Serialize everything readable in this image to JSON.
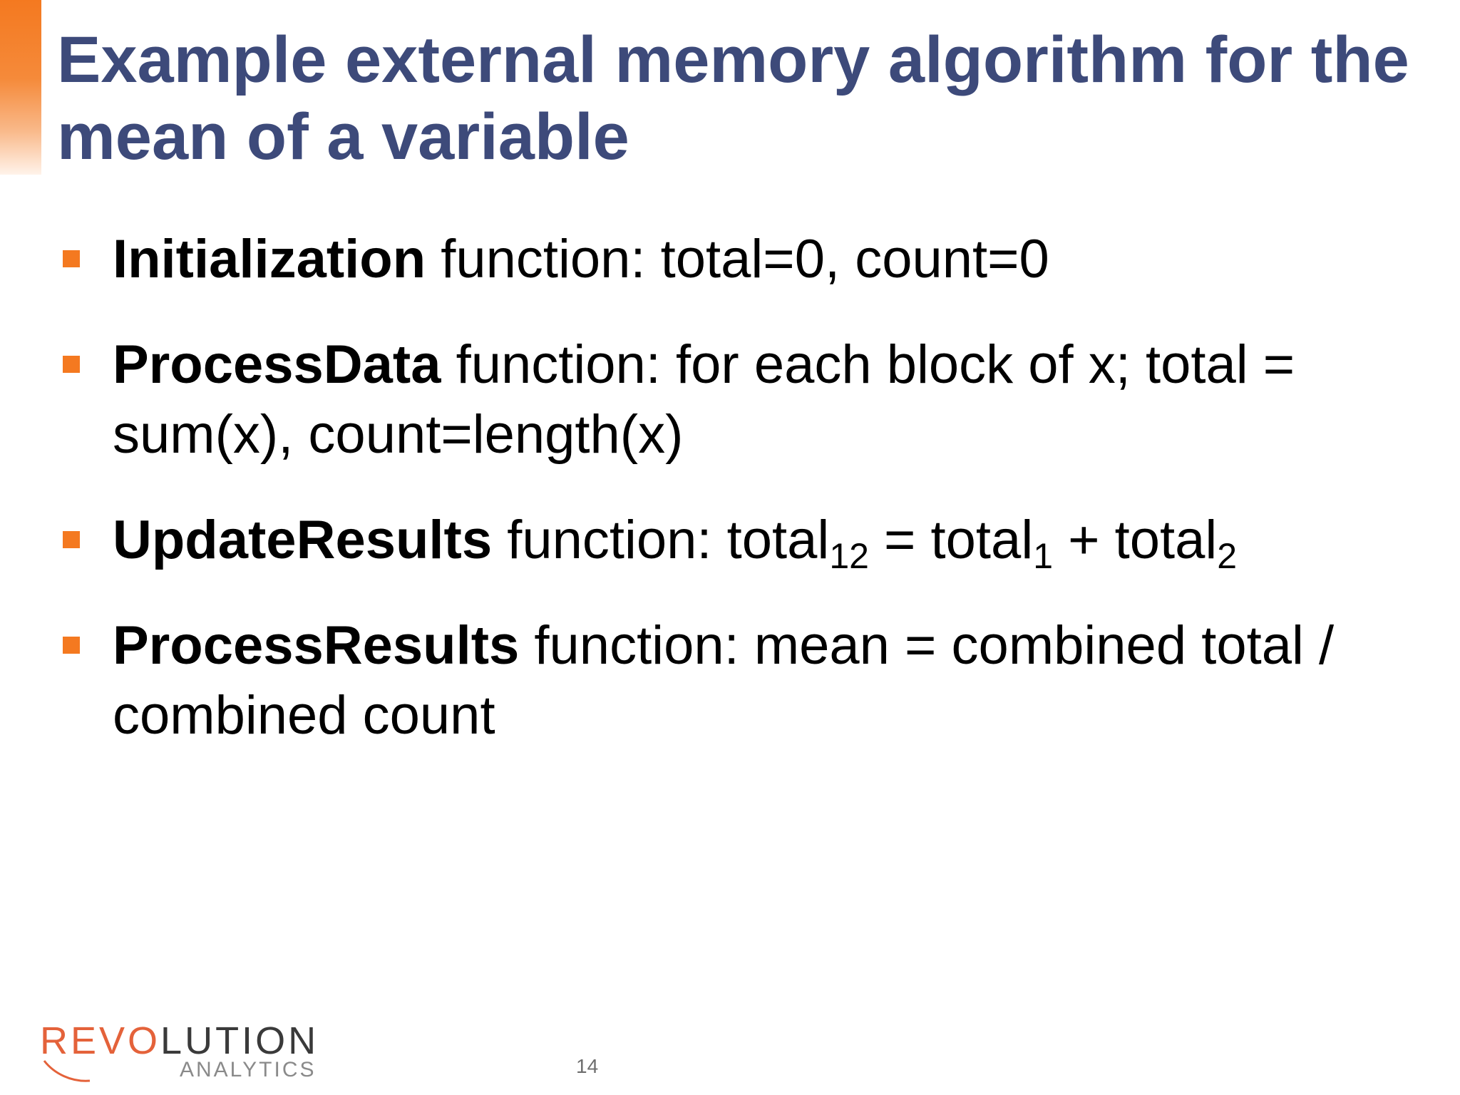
{
  "slide": {
    "title": "Example external memory algorithm for the mean of a variable",
    "bullets": [
      {
        "term": "Initialization",
        "text": " function: total=0, count=0"
      },
      {
        "term": "ProcessData",
        "text": " function: for each block of x; total = sum(x), count=length(x)"
      },
      {
        "term": "UpdateResults",
        "parts": {
          "prefix": " function: total",
          "sub_a": "12",
          "mid_a": " = total",
          "sub_b": "1",
          "mid_b": " + total",
          "sub_c": "2"
        }
      },
      {
        "term": "ProcessResults",
        "text": " function: mean = combined total / combined count"
      }
    ],
    "page_number": "14",
    "accent_color": "#f47920",
    "title_color": "#3d4a7a"
  },
  "logo": {
    "main_left": "REVO",
    "main_right": "LUTION",
    "sub": "ANALYTICS",
    "brand_color": "#e4623a"
  }
}
